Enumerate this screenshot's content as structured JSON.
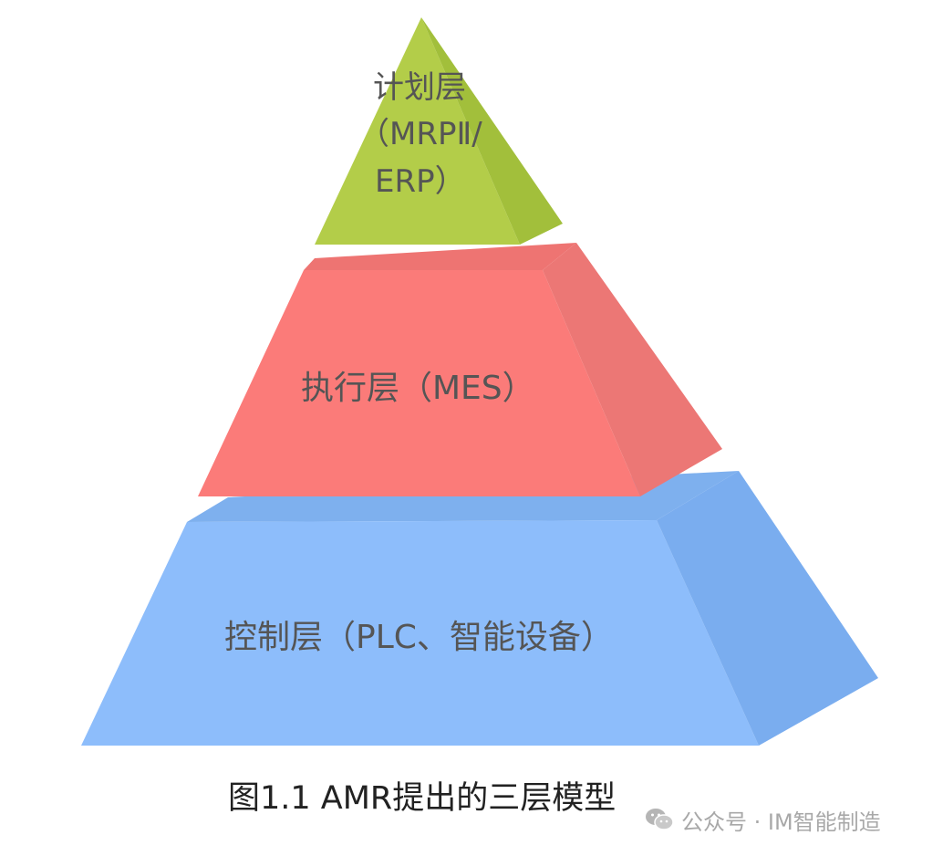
{
  "pyramid": {
    "top_layer": {
      "lines": [
        "计划层",
        "（MRPⅡ/",
        "ERP）"
      ],
      "color": "#aec843"
    },
    "middle_layer": {
      "label": "执行层（MES）",
      "color": "#fb7b79"
    },
    "bottom_layer": {
      "label": "控制层（PLC、智能设备）",
      "color": "#8dbdfb"
    }
  },
  "caption": "图1.1 AMR提出的三层模型",
  "watermark": {
    "icon": "wechat-icon",
    "text": "公众号 · IM智能制造"
  }
}
